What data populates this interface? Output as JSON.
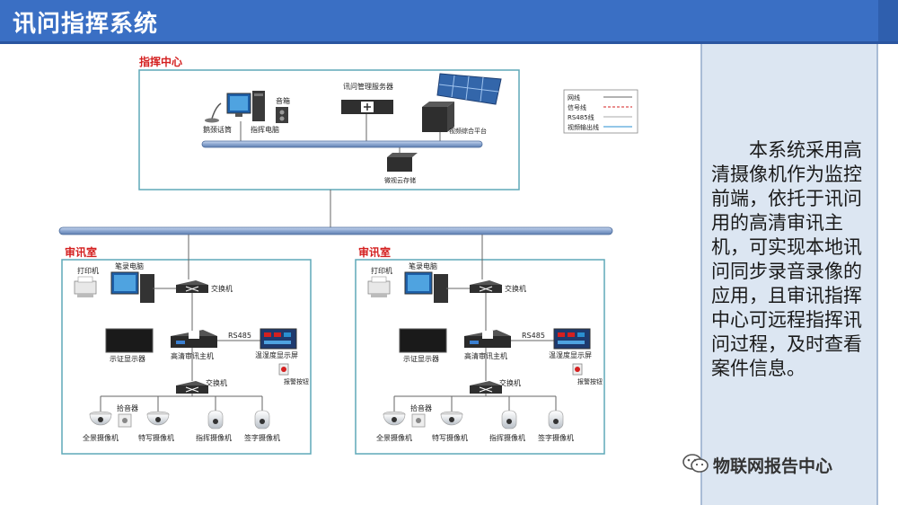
{
  "page_title": "讯问指挥系统",
  "command_center": {
    "title": "指挥中心",
    "labels": {
      "gooseneck_mic": "鹅颈话筒",
      "speaker": "音箱",
      "command_pc": "指挥电脑",
      "server": "讯问管理服务器",
      "video_platform": "视频综合平台",
      "cloud_storage": "微视云存储"
    },
    "legend": [
      "网线",
      "信号线",
      "RS485线",
      "视频输出线"
    ]
  },
  "rooms": [
    {
      "title": "审讯室",
      "labels": {
        "printer": "打印机",
        "laptop": "笔录电脑",
        "switch_top": "交换机",
        "evidence_display": "示证显示器",
        "host": "高清审讯主机",
        "rs485": "RS485",
        "temp_display": "温湿度显示屏",
        "alarm": "报警按钮",
        "switch_bottom": "交换机",
        "pickup": "拾音器",
        "cam_panorama": "全景摄像机",
        "cam_closeup": "特写摄像机",
        "cam_command": "指挥摄像机",
        "cam_sign": "签字摄像机"
      }
    },
    {
      "title": "审讯室",
      "labels": {
        "printer": "打印机",
        "laptop": "笔录电脑",
        "switch_top": "交换机",
        "evidence_display": "示证显示器",
        "host": "高清审讯主机",
        "rs485": "RS485",
        "temp_display": "温湿度显示屏",
        "alarm": "报警按钮",
        "switch_bottom": "交换机",
        "pickup": "拾音器",
        "cam_panorama": "全景摄像机",
        "cam_closeup": "特写摄像机",
        "cam_command": "指挥摄像机",
        "cam_sign": "签字摄像机"
      }
    }
  ],
  "side_panel": {
    "description": "本系统采用高清摄像机作为监控前端，依托于讯问用的高清审讯主机，可实现本地讯问同步录音录像的应用，且审讯指挥中心可远程指挥讯问过程，及时查看案件信息。"
  },
  "watermark": "物联网报告中心",
  "colors": {
    "title_bar": "#3a6fc4",
    "frame": "#5fa8b8",
    "heading_red": "#d42020",
    "bus": "#8aa6d0",
    "side_panel": "#dce6f2"
  }
}
